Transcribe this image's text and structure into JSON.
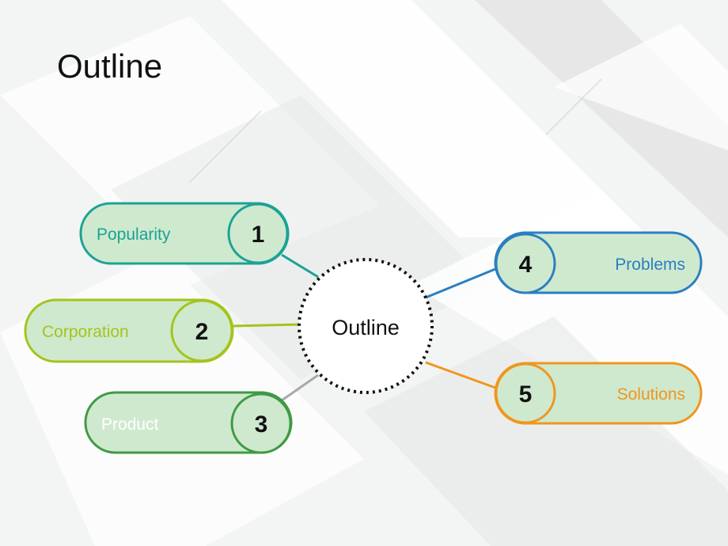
{
  "slide": {
    "title": "Outline"
  },
  "center": {
    "label": "Outline"
  },
  "items": [
    {
      "number": "1",
      "label": "Popularity",
      "color": "#1aa394",
      "text_color": "#1aa394"
    },
    {
      "number": "2",
      "label": "Corporation",
      "color": "#a3c41b",
      "text_color": "#a3c41b"
    },
    {
      "number": "3",
      "label": "Product",
      "color": "#3f9a44",
      "text_color": "#ffffff"
    },
    {
      "number": "4",
      "label": "Problems",
      "color": "#2b7fc0",
      "text_color": "#2b7fc0"
    },
    {
      "number": "5",
      "label": "Solutions",
      "color": "#f0961d",
      "text_color": "#f0961d"
    }
  ],
  "colors": {
    "pill_fill": "#cfe9cf",
    "connector_3": "#a8a8a8"
  }
}
